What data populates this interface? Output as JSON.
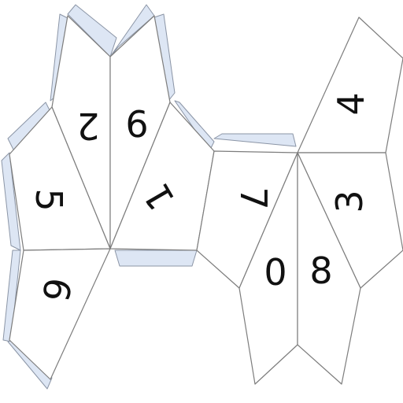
{
  "diagram": {
    "faces": [
      {
        "id": "a",
        "label": "2"
      },
      {
        "id": "b",
        "label": "9"
      },
      {
        "id": "c",
        "label": "5"
      },
      {
        "id": "d",
        "label": "1"
      },
      {
        "id": "e",
        "label": "6"
      },
      {
        "id": "f",
        "label": "4"
      },
      {
        "id": "g",
        "label": "7"
      },
      {
        "id": "h",
        "label": "3"
      },
      {
        "id": "i",
        "label": "0"
      },
      {
        "id": "j",
        "label": "8"
      }
    ],
    "colors": {
      "tab_fill": "#dde6f4",
      "edge": "#7d7d7d",
      "text": "#111111"
    }
  }
}
